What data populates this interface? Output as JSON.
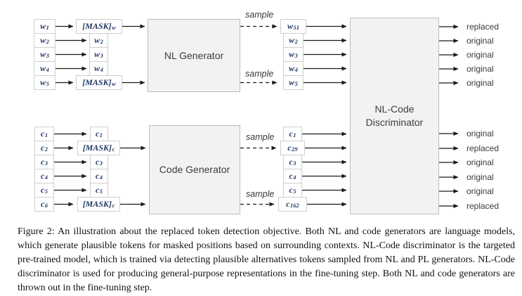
{
  "figure": {
    "nl": {
      "generator_label": "NL Generator",
      "inputs": [
        {
          "base": "w",
          "sub": "1"
        },
        {
          "base": "w",
          "sub": "2"
        },
        {
          "base": "w",
          "sub": "3"
        },
        {
          "base": "w",
          "sub": "4"
        },
        {
          "base": "w",
          "sub": "5"
        }
      ],
      "masked": [
        {
          "base": "[MASK]",
          "sub": "w"
        },
        {
          "base": "w",
          "sub": "2"
        },
        {
          "base": "w",
          "sub": "3"
        },
        {
          "base": "w",
          "sub": "4"
        },
        {
          "base": "[MASK]",
          "sub": "w"
        }
      ],
      "sampled": [
        {
          "base": "w",
          "sub": "51"
        },
        {
          "base": "w",
          "sub": "2"
        },
        {
          "base": "w",
          "sub": "3"
        },
        {
          "base": "w",
          "sub": "4"
        },
        {
          "base": "w",
          "sub": "5"
        }
      ],
      "sample_label_top": "sample",
      "sample_label_bottom": "sample",
      "outputs": [
        "replaced",
        "original",
        "original",
        "original",
        "original"
      ]
    },
    "code": {
      "generator_label": "Code Generator",
      "inputs": [
        {
          "base": "c",
          "sub": "1"
        },
        {
          "base": "c",
          "sub": "2"
        },
        {
          "base": "c",
          "sub": "3"
        },
        {
          "base": "c",
          "sub": "4"
        },
        {
          "base": "c",
          "sub": "5"
        },
        {
          "base": "c",
          "sub": "6"
        }
      ],
      "masked": [
        {
          "base": "c",
          "sub": "1"
        },
        {
          "base": "[MASK]",
          "sub": "c"
        },
        {
          "base": "c",
          "sub": "3"
        },
        {
          "base": "c",
          "sub": "4"
        },
        {
          "base": "c",
          "sub": "5"
        },
        {
          "base": "[MASK]",
          "sub": "c"
        }
      ],
      "sampled": [
        {
          "base": "c",
          "sub": "1"
        },
        {
          "base": "c",
          "sub": "29"
        },
        {
          "base": "c",
          "sub": "3"
        },
        {
          "base": "c",
          "sub": "4"
        },
        {
          "base": "c",
          "sub": "5"
        },
        {
          "base": "c",
          "sub": "162"
        }
      ],
      "sample_label_top": "sample",
      "sample_label_bottom": "sample",
      "outputs": [
        "original",
        "replaced",
        "original",
        "original",
        "original",
        "replaced"
      ]
    },
    "discriminator": {
      "line1": "NL-Code",
      "line2": "Discriminator"
    }
  },
  "caption": {
    "text": "Figure 2: An illustration about the replaced token detection objective. Both NL and code generators are language models, which generate plausible tokens for masked positions based on surrounding contexts. NL-Code discriminator is the targeted pre-trained model, which is trained via detecting plausible alternatives tokens sampled from NL and PL generators. NL-Code discriminator is used for producing general-purpose representations in the fine-tuning step. Both NL and code generators are thrown out in the fine-tuning step."
  },
  "colors": {
    "box_fill": "#f2f2f2",
    "box_border": "#bdbdbd",
    "token_border": "#cfcfcf",
    "token_text": "#1f3864",
    "label_text": "#3d3d3d",
    "arrow": "#1a1a1a"
  }
}
